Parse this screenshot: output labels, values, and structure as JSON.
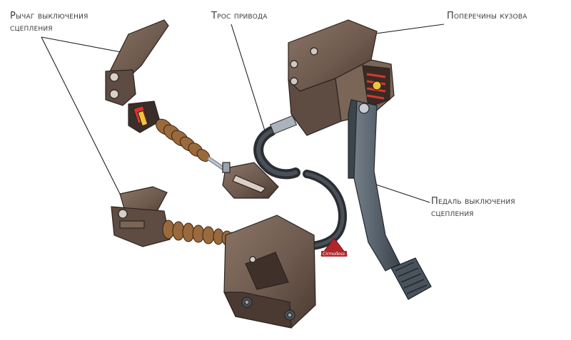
{
  "labels": {
    "release_lever": [
      "Рычаг выключения",
      "сцепления"
    ],
    "drive_cable": "Трос привода",
    "body_crossmembers": "Поперечины кузова",
    "release_pedal": [
      "Педаль выключения",
      "сцепления"
    ]
  },
  "watermark": {
    "text": "Cirmolless",
    "color": "#b2262b"
  },
  "colors": {
    "bracket": "#6e5a4e",
    "bracket_dark": "#4a3a32",
    "cable": "#3b3f45",
    "boot": "#9a6a3c",
    "pedal": "#5b6570",
    "spring": "#d23a2f",
    "leader": "#222222"
  }
}
